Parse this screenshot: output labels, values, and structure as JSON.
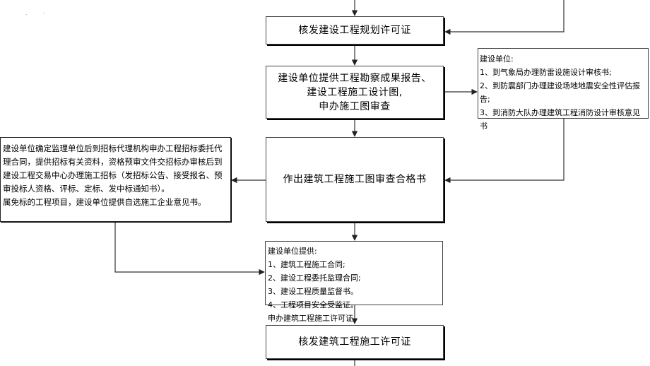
{
  "diagram": {
    "nodes": {
      "issue_planning_permit": "核发建设工程规划许可证",
      "survey_report": "建设单位提供工程勘察成果报告、\n建设工程施工设计图,\n申办施工图审查",
      "construction_unit_notes": "建设单位:\n1、到气象局办理防雷设施设计审核书;\n2、到防震部门办理建设场地地震安全性评估报告;\n3、到消防大队办理建筑工程消防设计审核意见书",
      "bidding_process": "建设单位确定监理单位后到招标代理机构申办工程招标委托代理合同，提供招标有关资料，资格预审文件交招标办审核后到建设工程交易中心办理施工招标（发招标公告、接受报名、预审投标人资格、评标、定标、发中标通知书）。\n属免标的工程项目，建设单位提供自选施工企业意见书。",
      "drawing_review_certificate": "作出建筑工程施工图审查合格书",
      "permit_materials": "建设单位提供:\n1、建筑工程施工合同;\n2、建设工程委托监理合同;\n3、建设工程质量监督书。\n4、工程项目安全受监证。\n申办建筑工程施工许可证",
      "issue_construction_permit": "核发建筑工程施工许可证"
    },
    "edges": [
      {
        "from": "top",
        "to": "issue_planning_permit"
      },
      {
        "from": "right-branch",
        "to": "issue_planning_permit"
      },
      {
        "from": "issue_planning_permit",
        "to": "survey_report"
      },
      {
        "from": "survey_report",
        "to": "construction_unit_notes"
      },
      {
        "from": "survey_report",
        "to": "drawing_review_certificate"
      },
      {
        "from": "construction_unit_notes",
        "to": "drawing_review_certificate"
      },
      {
        "from": "drawing_review_certificate",
        "to": "bidding_process"
      },
      {
        "from": "drawing_review_certificate",
        "to": "permit_materials"
      },
      {
        "from": "bidding_process",
        "to": "permit_materials"
      },
      {
        "from": "permit_materials",
        "to": "issue_construction_permit"
      },
      {
        "from": "issue_construction_permit",
        "to": "bottom"
      }
    ],
    "line_color": "#333333"
  }
}
